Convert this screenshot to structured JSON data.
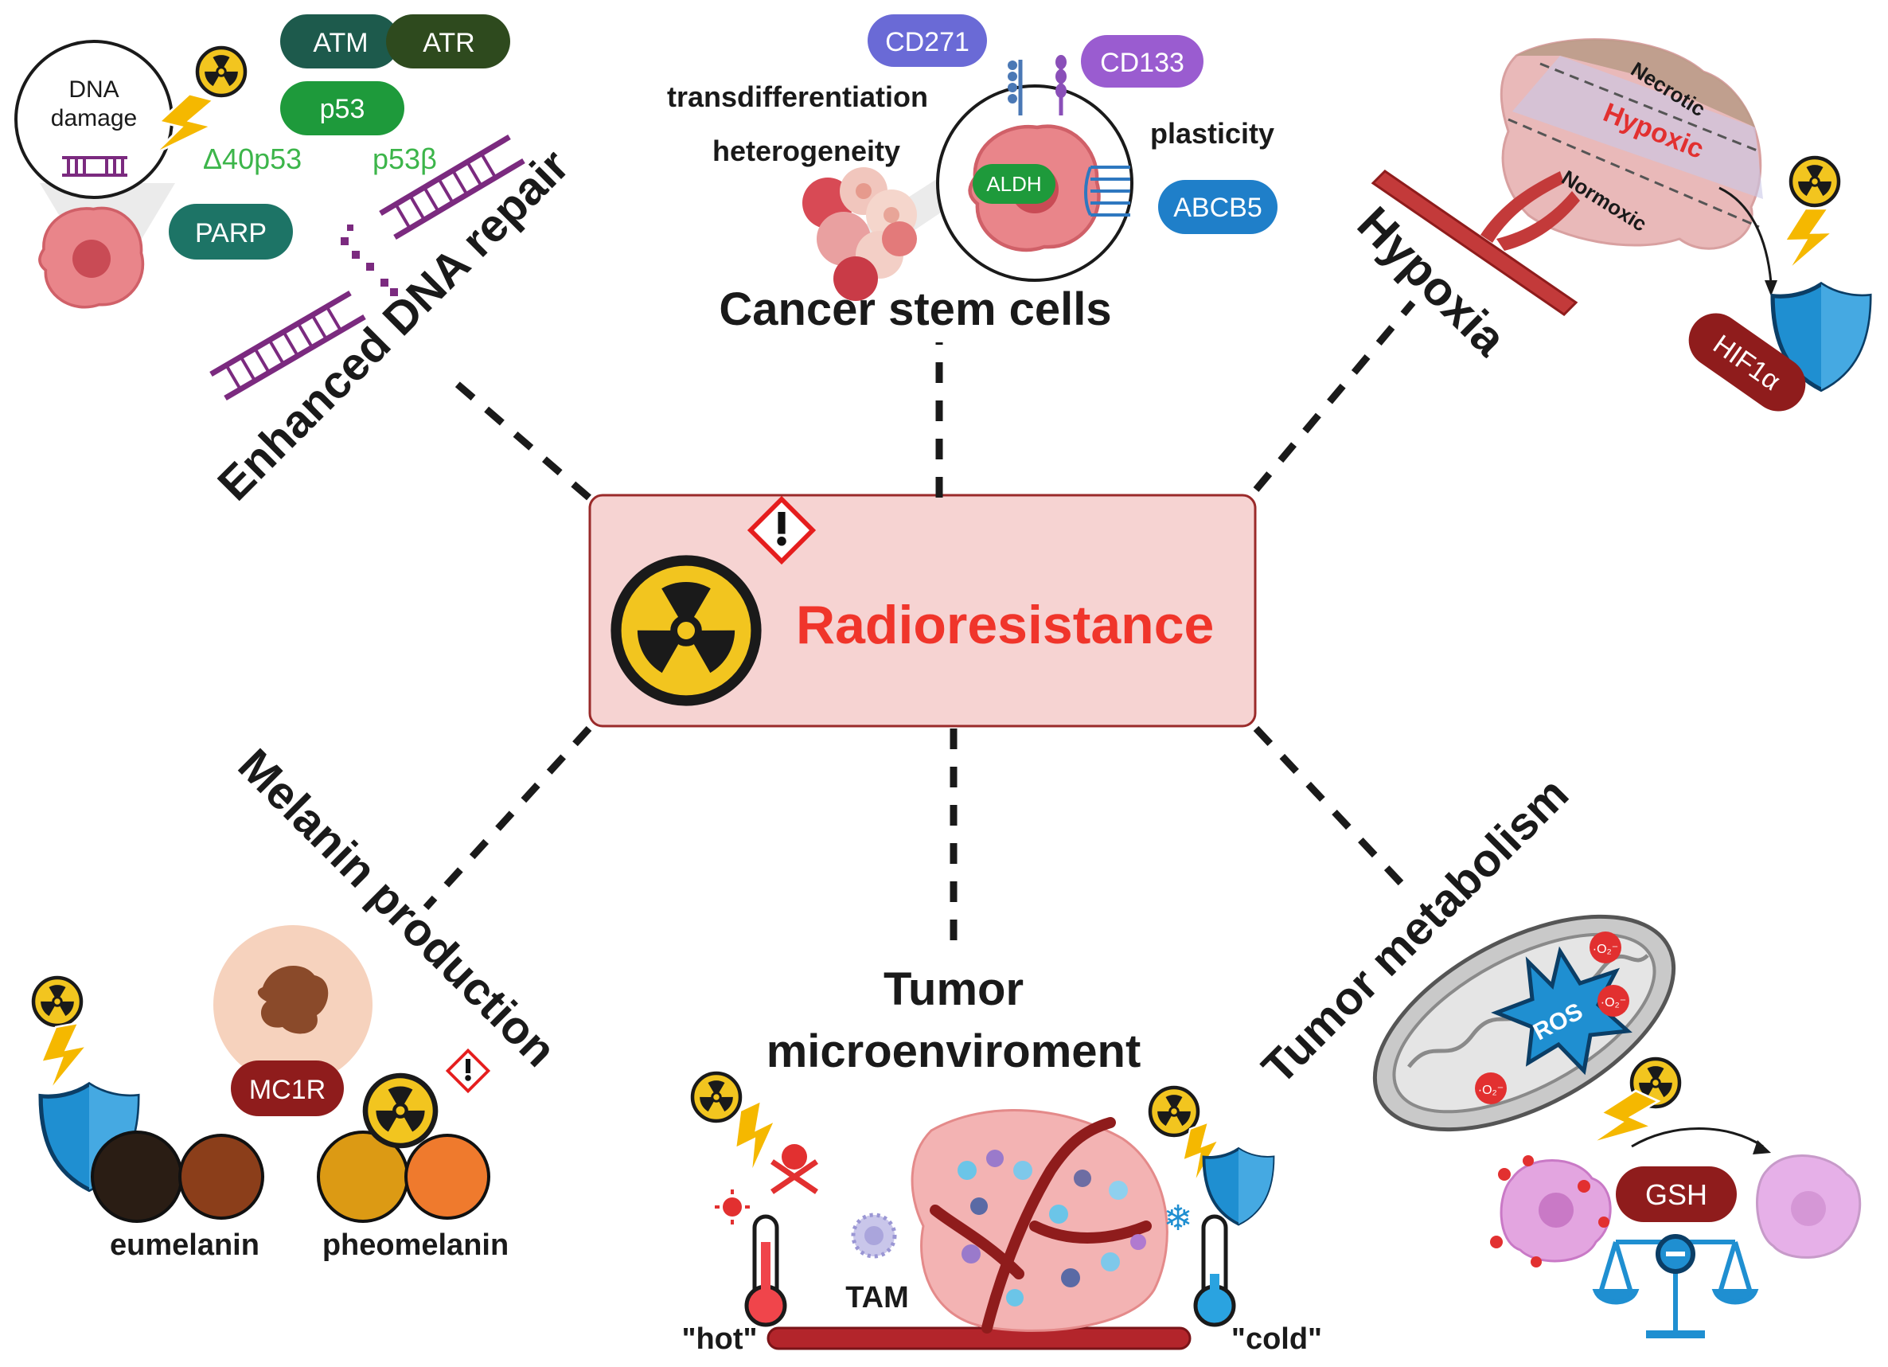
{
  "center": {
    "label": "Radioresistance"
  },
  "dna_repair": {
    "title": "Enhanced DNA repair",
    "damage_label_line1": "DNA",
    "damage_label_line2": "damage",
    "atm": "ATM",
    "atr": "ATR",
    "p53": "p53",
    "delta40p53": "Δ40p53",
    "p53beta": "p53β",
    "parp": "PARP"
  },
  "stem_cells": {
    "title": "Cancer stem cells",
    "cd271": "CD271",
    "cd133": "CD133",
    "transdifferentiation": "transdifferentiation",
    "heterogeneity": "heterogeneity",
    "plasticity": "plasticity",
    "aldh": "ALDH",
    "abcb5": "ABCB5"
  },
  "hypoxia": {
    "title": "Hypoxia",
    "necrotic": "Necrotic",
    "hypoxic": "Hypoxic",
    "normoxic": "Normoxic",
    "hif1a": "HIF1α"
  },
  "melanin": {
    "title": "Melanin production",
    "mc1r": "MC1R",
    "eumelanin": "eumelanin",
    "pheomelanin": "pheomelanin"
  },
  "microenv": {
    "title_line1": "Tumor",
    "title_line2": "microenviroment",
    "tam": "TAM",
    "hot": "\"hot\"",
    "cold": "\"cold\""
  },
  "metabolism": {
    "title": "Tumor metabolism",
    "ros": "ROS",
    "gsh": "GSH",
    "superoxide": "·O₂⁻"
  },
  "colors": {
    "radio_red": "#f0352b",
    "center_bg": "#f6d3d2",
    "hazard_yellow": "#f2c51f",
    "green_text": "#3cb54a",
    "shield_blue": "#1f8fd1",
    "dark_red": "#8f1c1c"
  },
  "icons": [
    "radiation-icon",
    "hazard-warning-icon",
    "lightning-icon",
    "shield-icon",
    "thermometer-icon",
    "skull-icon",
    "snowflake-icon",
    "balance-scale-icon",
    "mitochondrion-icon"
  ]
}
